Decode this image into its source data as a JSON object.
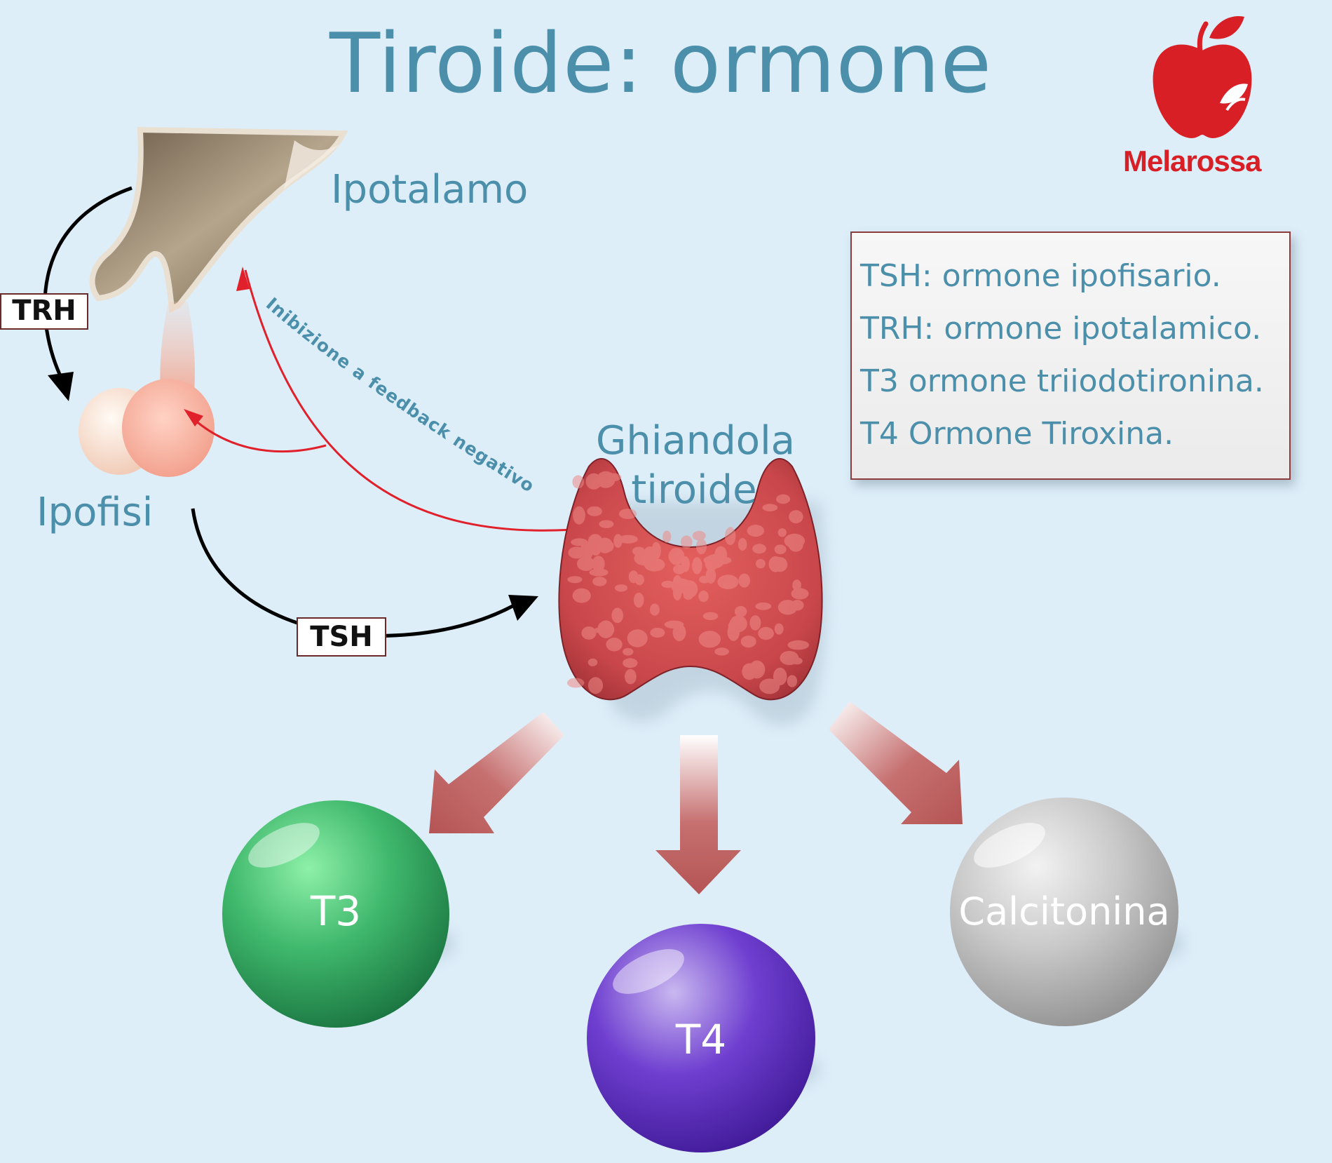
{
  "title": "Tiroide: ormone",
  "logo": {
    "brand": "Melarossa",
    "icon": "apple-icon"
  },
  "labels": {
    "hypothalamus": "Ipotalamo",
    "pituitary": "Ipofisi",
    "thyroid_line1": "Ghiandola",
    "thyroid_line2": "tiroide",
    "feedback": "Inibizione a feedback negativo"
  },
  "hormones": {
    "trh": "TRH",
    "tsh": "TSH"
  },
  "legend": [
    "TSH: ormone ipofisario.",
    "TRH: ormone ipotalamico.",
    "T3 ormone triiodotironina.",
    "T4 Ormone Tiroxina."
  ],
  "outputs": {
    "t3": "T3",
    "t4": "T4",
    "calcitonin": "Calcitonina"
  },
  "colors": {
    "background": "#ddeef9",
    "text_blue": "#4b8fab",
    "feedback_red": "#e0202a",
    "arrow_red": "#b85a5a",
    "brand_red": "#d81f26",
    "t3_green": "#2e9a5a",
    "t4_purple": "#5a2fb8",
    "calcitonin_gray": "#a9a9a9"
  }
}
